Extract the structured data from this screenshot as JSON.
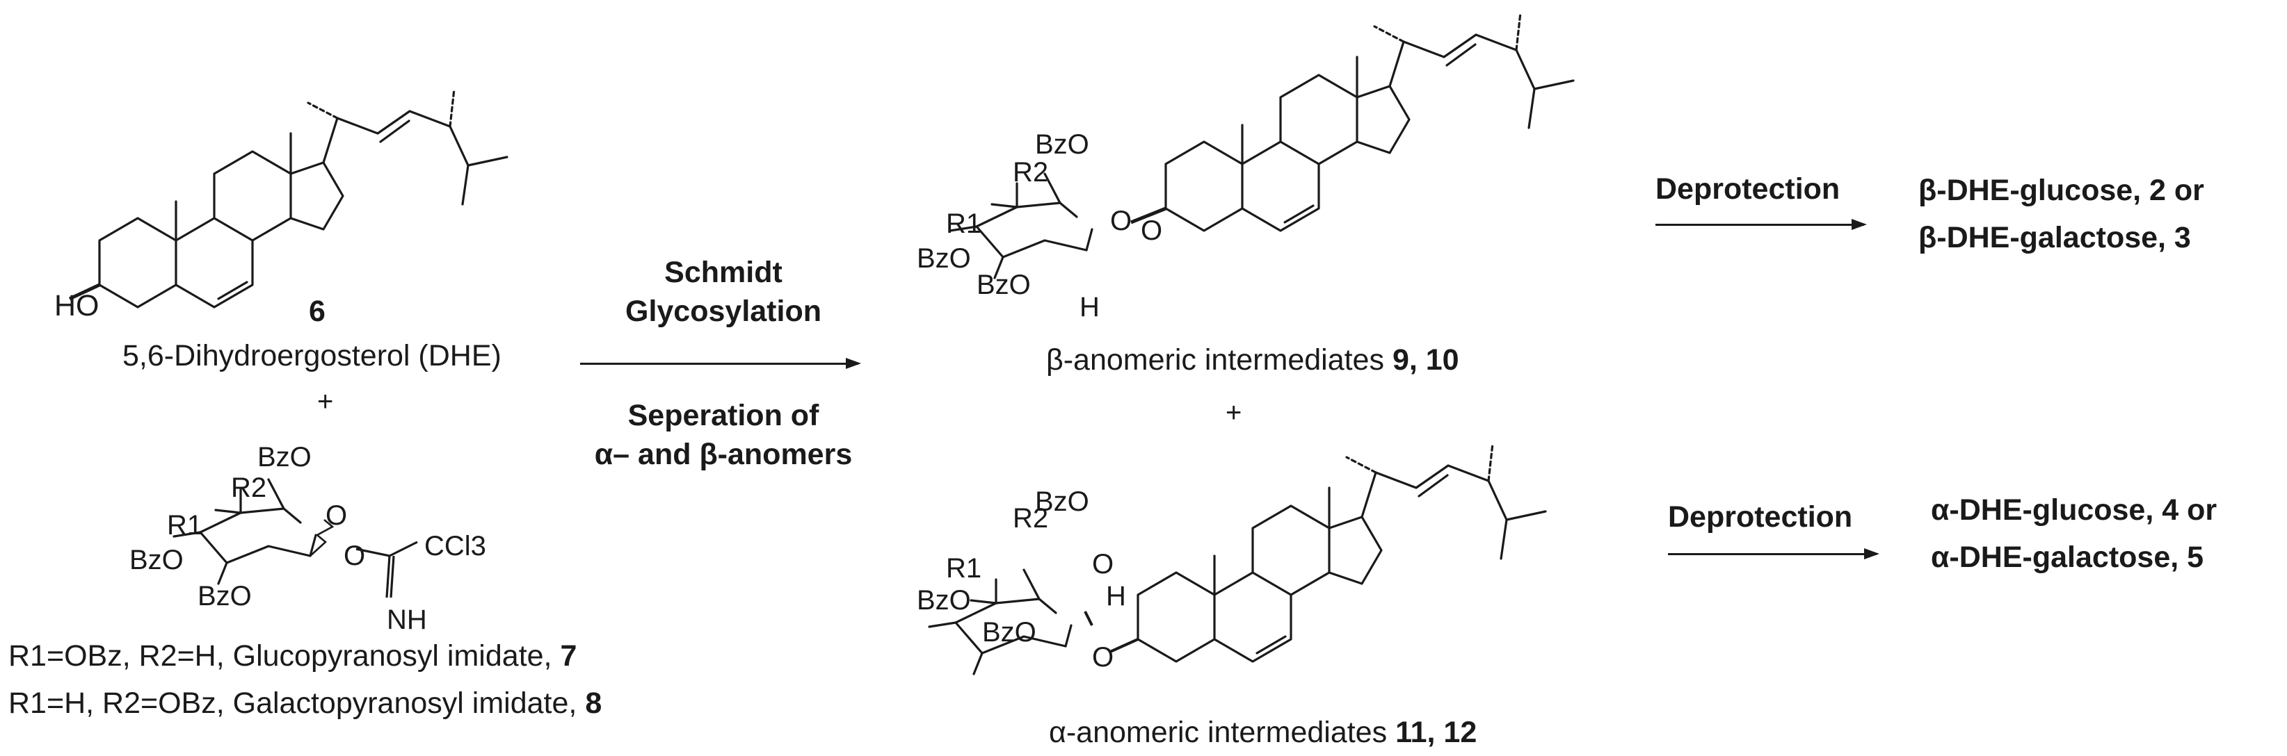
{
  "reactant_steroid": {
    "compound_number": "6",
    "name": "5,6-Dihydroergosterol (DHE)",
    "atom_labels": {
      "hydroxyl": "HO"
    }
  },
  "plus_signs": [
    "+",
    "+"
  ],
  "imidate": {
    "atom_labels": {
      "bzo_top": "BzO",
      "r2": "R2",
      "r1": "R1",
      "bzo_left": "BzO",
      "bzo_bottom": "BzO",
      "ring_o": "O",
      "link_o": "O",
      "ccl3": "CCl3",
      "nh": "NH"
    },
    "definitions": [
      {
        "text": "R1=OBz, R2=H, Glucopyranosyl imidate,",
        "number": "7"
      },
      {
        "text": "R1=H, R2=OBz, Galactopyranosyl imidate,",
        "number": "8"
      }
    ]
  },
  "reaction_conditions": {
    "above_arrow": [
      "Schmidt",
      "Glycosylation"
    ],
    "below_arrow": [
      "Seperation of",
      "α– and β-anomers"
    ]
  },
  "beta_product": {
    "label": "β-anomeric intermediates",
    "numbers": "9, 10",
    "atom_labels": {
      "bzo_top": "BzO",
      "r2": "R2",
      "r1": "R1",
      "bzo_left": "BzO",
      "bzo_bottom": "BzO",
      "ring_o": "O",
      "link_o": "O",
      "h": "H"
    }
  },
  "alpha_product": {
    "label": "α-anomeric intermediates",
    "numbers": "11, 12",
    "atom_labels": {
      "bzo_top": "BzO",
      "r2": "R2",
      "r1": "R1",
      "bzo_left": "BzO",
      "bzo_bottom": "BzO",
      "ring_o": "O",
      "link_o": "O",
      "h": "H"
    }
  },
  "deprotection_beta": {
    "arrow_label": "Deprotection",
    "products": [
      "β-DHE-glucose, 2 or",
      "β-DHE-galactose, 3"
    ]
  },
  "deprotection_alpha": {
    "arrow_label": "Deprotection",
    "products": [
      "α-DHE-glucose, 4 or",
      "α-DHE-galactose, 5"
    ]
  },
  "colors": {
    "ink": "#1a1a1a",
    "background": "#ffffff"
  }
}
